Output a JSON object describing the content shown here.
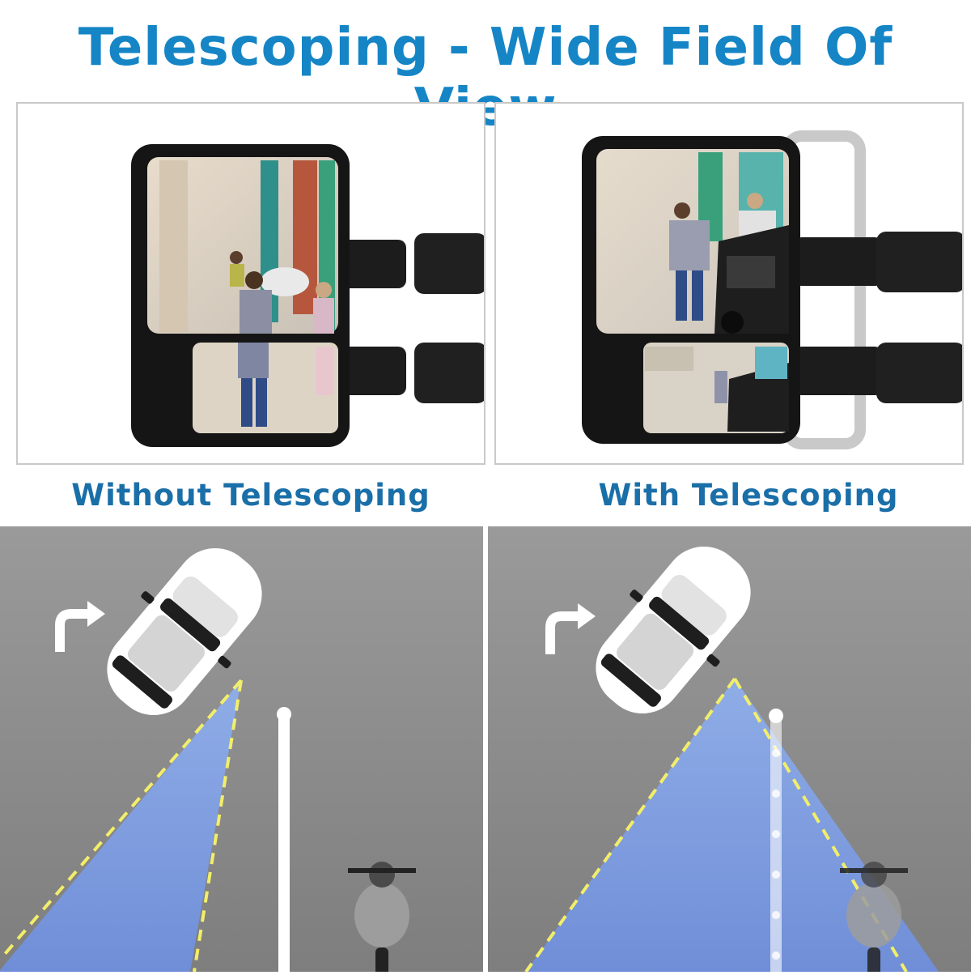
{
  "headline": "Telescoping - Wide Field Of View",
  "captions": {
    "left": "Without Telescoping",
    "right": "With Telescoping"
  },
  "colors": {
    "headline": "#1585c6",
    "caption": "#1a6fa8",
    "road": "#8e8e8e",
    "fov_fill": "#7f9fe6",
    "fov_line": "#f2ee6a",
    "divider": "#ffffff"
  },
  "icons": {
    "turn": "turn-right-arrow-icon",
    "car": "car-icon",
    "motorcycle": "motorcycle-icon",
    "mirror": "towing-mirror-icon"
  }
}
